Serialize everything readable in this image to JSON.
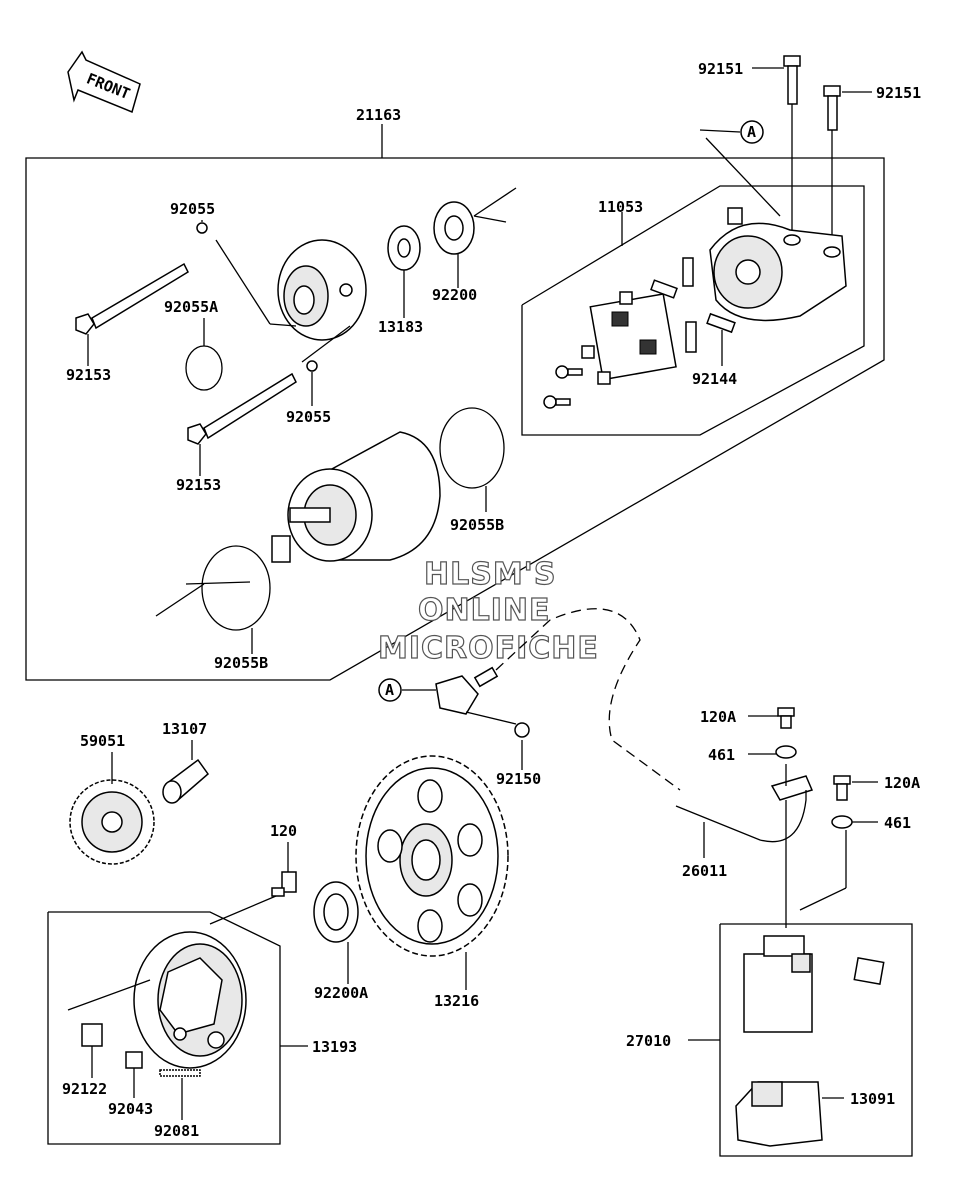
{
  "front_marker": "FRONT",
  "watermark": [
    "HLSM'S",
    "ONLINE",
    "MICROFICHE"
  ],
  "ref_marker": "A",
  "labels": {
    "l21163": "21163",
    "l92151a": "92151",
    "l92151b": "92151",
    "l92055a": "92055",
    "l92055A": "92055A",
    "l92055b": "92055",
    "l92153a": "92153",
    "l92153b": "92153",
    "l13183": "13183",
    "l92200": "92200",
    "l11053": "11053",
    "l92144": "92144",
    "l92055Ba": "92055B",
    "l92055Bb": "92055B",
    "l59051": "59051",
    "l13107": "13107",
    "l92150": "92150",
    "l120": "120",
    "l120Aa": "120A",
    "l120Ab": "120A",
    "l461a": "461",
    "l461b": "461",
    "l26011": "26011",
    "l13193": "13193",
    "l92200A": "92200A",
    "l13216": "13216",
    "l27010": "27010",
    "l13091": "13091",
    "l92122": "92122",
    "l92043": "92043",
    "l92081": "92081"
  }
}
